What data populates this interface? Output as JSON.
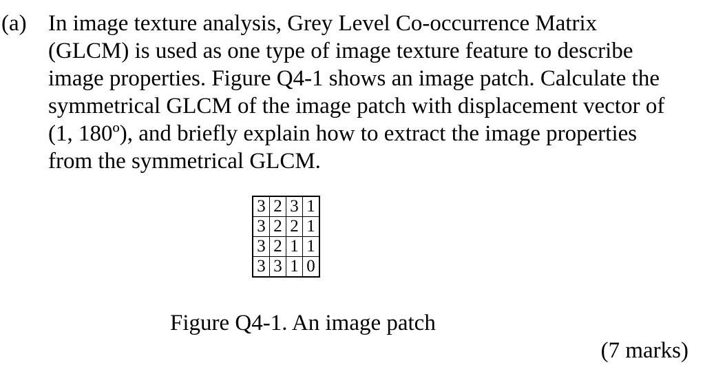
{
  "question": {
    "label": "(a)",
    "lines": [
      "In image texture analysis, Grey Level Co-occurrence Matrix",
      "(GLCM) is used as one type of image texture feature to describe",
      "image properties. Figure Q4-1 shows an image patch. Calculate the",
      "symmetrical GLCM of the image patch with displacement vector of",
      "(1, 180º), and briefly explain how to extract the image properties",
      "from the symmetrical GLCM."
    ]
  },
  "image_patch": {
    "rows": [
      [
        "3",
        "2",
        "3",
        "1"
      ],
      [
        "3",
        "2",
        "2",
        "1"
      ],
      [
        "3",
        "2",
        "1",
        "1"
      ],
      [
        "3",
        "3",
        "1",
        "0"
      ]
    ]
  },
  "figure": {
    "caption": "Figure Q4-1. An image patch"
  },
  "marks": "(7 marks)"
}
